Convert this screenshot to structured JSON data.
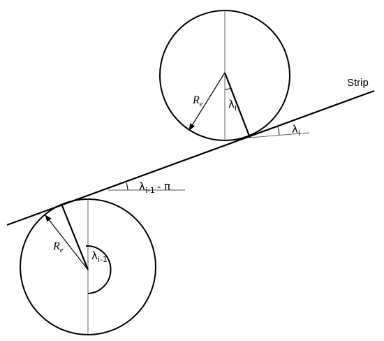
{
  "labels": {
    "strip": "Strip",
    "upper_radius": "R",
    "upper_radius_sub": "e",
    "upper_angle": "λ",
    "upper_angle_sub": "i",
    "strip_angle": "λ",
    "strip_angle_sub": "i",
    "lower_strip_angle": "λ",
    "lower_strip_angle_sub": "i-1",
    "lower_strip_angle_suffix": "- π",
    "lower_radius": "R",
    "lower_radius_sub": "e",
    "lower_angle": "λ",
    "lower_angle_sub": "i-1"
  },
  "colors": {
    "stroke": "#000000",
    "thin_stroke": "#555555"
  }
}
